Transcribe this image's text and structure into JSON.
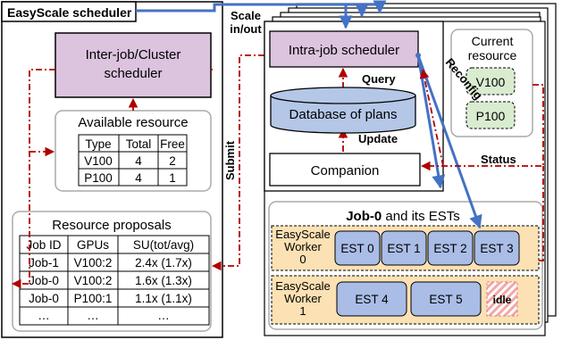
{
  "left_panel": {
    "title": "EasyScale scheduler",
    "inter_job_scheduler": [
      "Inter-job/Cluster",
      "scheduler"
    ],
    "available_resource": {
      "title": "Available resource",
      "headers": [
        "Type",
        "Total",
        "Free"
      ],
      "rows": [
        [
          "V100",
          "4",
          "2"
        ],
        [
          "P100",
          "4",
          "1"
        ]
      ]
    },
    "resource_proposals": {
      "title": "Resource proposals",
      "headers": [
        "Job ID",
        "GPUs",
        "SU(tot/avg)"
      ],
      "rows": [
        [
          "Job-1",
          "V100:2",
          "2.4x (1.7x)"
        ],
        [
          "Job-0",
          "V100:2",
          "1.6x (1.3x)"
        ],
        [
          "Job-0",
          "P100:1",
          "1.1x (1.1x)"
        ],
        [
          "…",
          "…",
          "…"
        ]
      ]
    }
  },
  "arrows": {
    "scale": [
      "Scale",
      "in/out"
    ],
    "submit": "Submit",
    "query": "Query",
    "update": "Update",
    "reconfig": "Reconfig",
    "status": "Status"
  },
  "job_panel": {
    "intra_job_scheduler": "Intra-job scheduler",
    "database": "Database of plans",
    "companion": "Companion",
    "current_resource": {
      "title": [
        "Current",
        "resource"
      ],
      "gpus": [
        "V100",
        "P100"
      ]
    },
    "job_title_bold": "Job-0",
    "job_title_rest": " and its ESTs",
    "workers": [
      {
        "label": [
          "EasyScale",
          "Worker",
          "0"
        ],
        "ests": [
          "EST 0",
          "EST 1",
          "EST 2",
          "EST 3"
        ]
      },
      {
        "label": [
          "EasyScale",
          "Worker",
          "1"
        ],
        "ests": [
          "EST 4",
          "EST 5"
        ],
        "idle": "idle"
      }
    ]
  },
  "colors": {
    "purple": "#dcc3de",
    "light_blue": "#b4c7e7",
    "est_blue": "#a9bde6",
    "green": "#d9ecd0",
    "worker_orange": "#fbe1b3",
    "dash_red": "#b00000",
    "arrow_blue": "#4472c4"
  }
}
